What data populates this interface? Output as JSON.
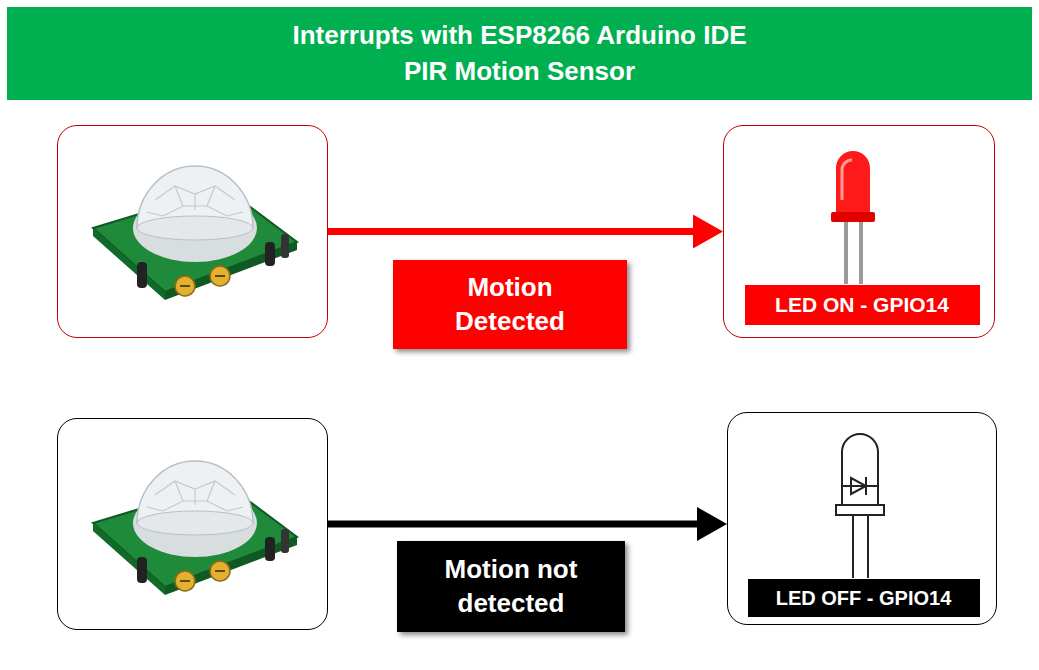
{
  "diagram": {
    "title": "Interrupts with ESP8266 Arduino IDE PIR Motion Sensor",
    "nodes": [
      {
        "text": []
      },
      {
        "text": [
          "Motion Detected"
        ]
      },
      {
        "text": []
      },
      {
        "text": [
          "LED ON - GPIO14"
        ],
        "in": 2
      },
      {
        "text": []
      },
      {
        "text": [
          "Motion not detected"
        ]
      },
      {
        "text": []
      },
      {
        "text": [
          "LED OFF - GPIO14"
        ],
        "in": 6
      }
    ],
    "edges": [
      {
        "from": 0,
        "to": 2,
        "arrow": "to"
      },
      {
        "from": 4,
        "to": 6,
        "arrow": "to"
      }
    ]
  }
}
